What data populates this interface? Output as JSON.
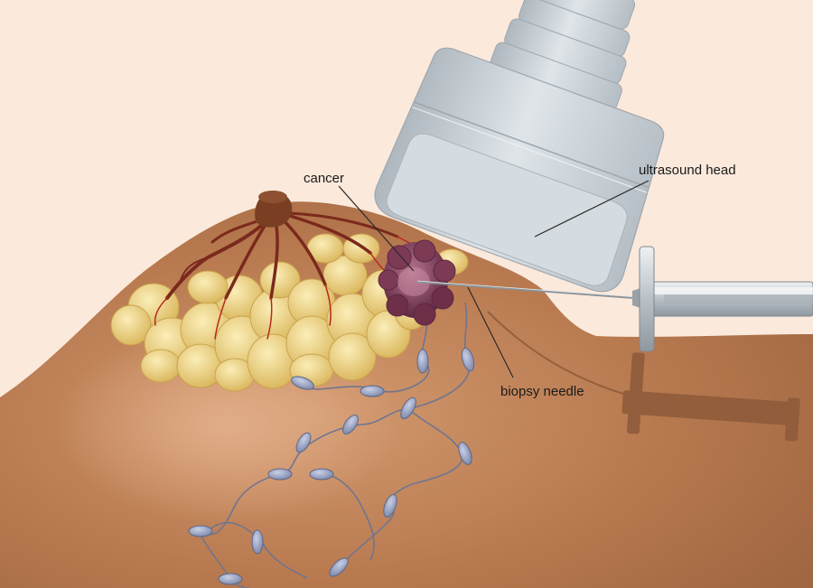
{
  "labels": {
    "cancer": "cancer",
    "ultrasound_head": "ultrasound head",
    "biopsy_needle": "biopsy needle"
  },
  "colors": {
    "background": "#fbe9dc",
    "skin": "#b97a50",
    "skin_shadow": "#9f6640",
    "fat_lobule": "#efd27f",
    "duct": "#7a2a1c",
    "tumor": "#7d3a55",
    "probe": "#cfd6db",
    "lymph_node": "#9aa3c2",
    "needle": "#9ea6ac"
  },
  "icons": {
    "probe": "ultrasound-probe-icon",
    "syringe": "syringe-icon"
  }
}
